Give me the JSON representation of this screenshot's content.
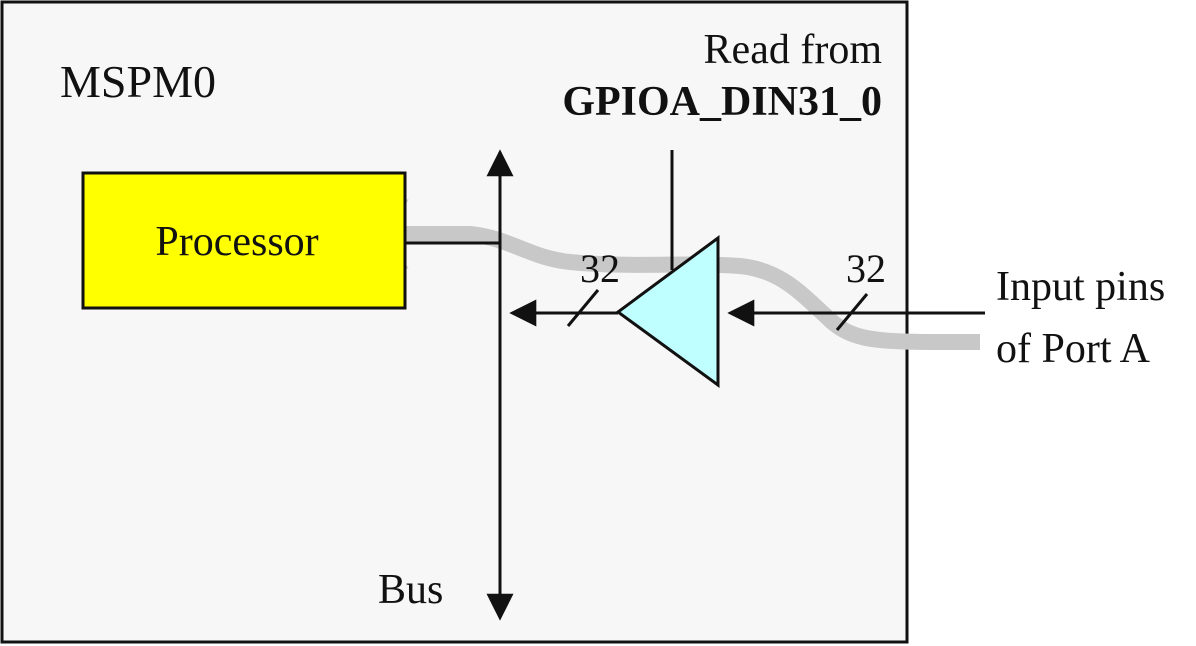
{
  "chip_label": "MSPM0",
  "processor_label": "Processor",
  "register": {
    "line1": "Read from",
    "line2": "GPIOA_DIN31_0"
  },
  "bus_label": "Bus",
  "bus_width_out": "32",
  "bus_width_in": "32",
  "input_label": {
    "line1": "Input pins",
    "line2": "of Port A"
  },
  "colors": {
    "chip_fill": "#f7f7f7",
    "processor_fill": "#ffff00",
    "buffer_fill": "#c0ffff",
    "data_path": "#c8c8c8",
    "stroke": "#111111"
  }
}
